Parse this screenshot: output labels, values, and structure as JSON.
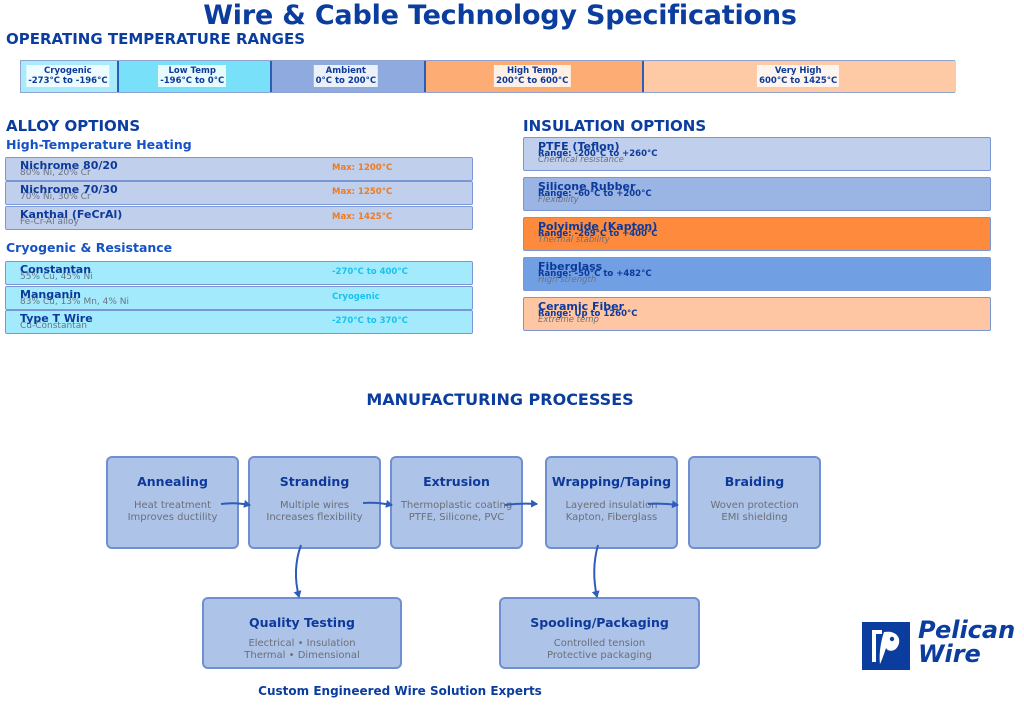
{
  "title": "Wire & Cable Technology Specifications",
  "temperature": {
    "heading": "OPERATING TEMPERATURE RANGES",
    "scale_min_c": -273,
    "scale_max_c": 1425,
    "segments": [
      {
        "name": "Cryogenic",
        "range": "-273°C to -196°C",
        "from_c": -273,
        "to_c": -196,
        "color": "#a8ecfb"
      },
      {
        "name": "Low Temp",
        "range": "-196°C to 0°C",
        "from_c": -196,
        "to_c": 0,
        "color": "#79e0fa"
      },
      {
        "name": "Ambient",
        "range": "0°C to 200°C",
        "from_c": 0,
        "to_c": 200,
        "color": "#8eaadf"
      },
      {
        "name": "High Temp",
        "range": "200°C to 600°C",
        "from_c": 200,
        "to_c": 600,
        "color": "#fdad74"
      },
      {
        "name": "Very High",
        "range": "600°C to 1425°C",
        "from_c": 600,
        "to_c": 1425,
        "color": "#fec9a5"
      }
    ]
  },
  "alloys": {
    "heading": "ALLOY OPTIONS",
    "groups": [
      {
        "title": "High-Temperature Heating",
        "bg": "#c0cfec",
        "accent": "#f07a1e",
        "items": [
          {
            "name": "Nichrome 80/20",
            "composition": "80% Ni, 20% Cr",
            "rating": "Max: 1200°C"
          },
          {
            "name": "Nichrome 70/30",
            "composition": "70% Ni, 30% Cr",
            "rating": "Max: 1250°C"
          },
          {
            "name": "Kanthal (FeCrAl)",
            "composition": "Fe-Cr-Al alloy",
            "rating": "Max: 1425°C"
          }
        ]
      },
      {
        "title": "Cryogenic & Resistance",
        "bg": "#a3ebfc",
        "accent": "#19c2f0",
        "items": [
          {
            "name": "Constantan",
            "composition": "55% Cu, 45% Ni",
            "rating": "-270°C to 400°C"
          },
          {
            "name": "Manganin",
            "composition": "83% Cu, 13% Mn, 4% Ni",
            "rating": "Cryogenic"
          },
          {
            "name": "Type T Wire",
            "composition": "Cu-Constantan",
            "rating": "-270°C to 370°C"
          }
        ]
      }
    ]
  },
  "insulation": {
    "heading": "INSULATION OPTIONS",
    "items": [
      {
        "name": "PTFE (Teflon)",
        "range": "Range: -200°C to +260°C",
        "property": "Chemical resistance",
        "bg": "#c0cfec"
      },
      {
        "name": "Silicone Rubber",
        "range": "Range: -60°C to +200°C",
        "property": "Flexibility",
        "bg": "#9ab4e4"
      },
      {
        "name": "Polyimide (Kapton)",
        "range": "Range: -269°C to +400°C",
        "property": "Thermal stability",
        "bg": "#fe8b3d"
      },
      {
        "name": "Fiberglass",
        "range": "Range: -50°C to +482°C",
        "property": "High strength",
        "bg": "#719fe4"
      },
      {
        "name": "Ceramic Fiber",
        "range": "Range: Up to 1260°C",
        "property": "Extreme temp",
        "bg": "#fec6a2"
      }
    ]
  },
  "processes": {
    "heading": "MANUFACTURING PROCESSES",
    "steps": [
      {
        "title": "Annealing",
        "lines": [
          "Heat treatment",
          "Improves ductility"
        ]
      },
      {
        "title": "Stranding",
        "lines": [
          "Multiple wires",
          "Increases flexibility"
        ]
      },
      {
        "title": "Extrusion",
        "lines": [
          "Thermoplastic coating",
          "PTFE, Silicone, PVC"
        ]
      },
      {
        "title": "Wrapping/Taping",
        "lines": [
          "Layered insulation",
          "Kapton, Fiberglass"
        ]
      },
      {
        "title": "Braiding",
        "lines": [
          "Woven protection",
          "EMI shielding"
        ]
      },
      {
        "title": "Quality Testing",
        "lines": [
          "Electrical • Insulation",
          "Thermal • Dimensional"
        ]
      },
      {
        "title": "Spooling/Packaging",
        "lines": [
          "Controlled tension",
          "Protective packaging"
        ]
      }
    ],
    "flows": [
      {
        "from": "Annealing",
        "to": "Stranding"
      },
      {
        "from": "Stranding",
        "to": "Extrusion"
      },
      {
        "from": "Extrusion",
        "to": "Wrapping/Taping"
      },
      {
        "from": "Wrapping/Taping",
        "to": "Braiding"
      },
      {
        "from": "Stranding",
        "to": "Quality Testing"
      },
      {
        "from": "Wrapping/Taping",
        "to": "Spooling/Packaging"
      }
    ]
  },
  "tagline": "Custom Engineered Wire Solution Experts",
  "logo": {
    "line1": "Pelican",
    "line2": "Wire",
    "icon": "pelican-icon"
  },
  "colors": {
    "primary": "#0a3d9e",
    "connector": "#2f5cb8"
  }
}
